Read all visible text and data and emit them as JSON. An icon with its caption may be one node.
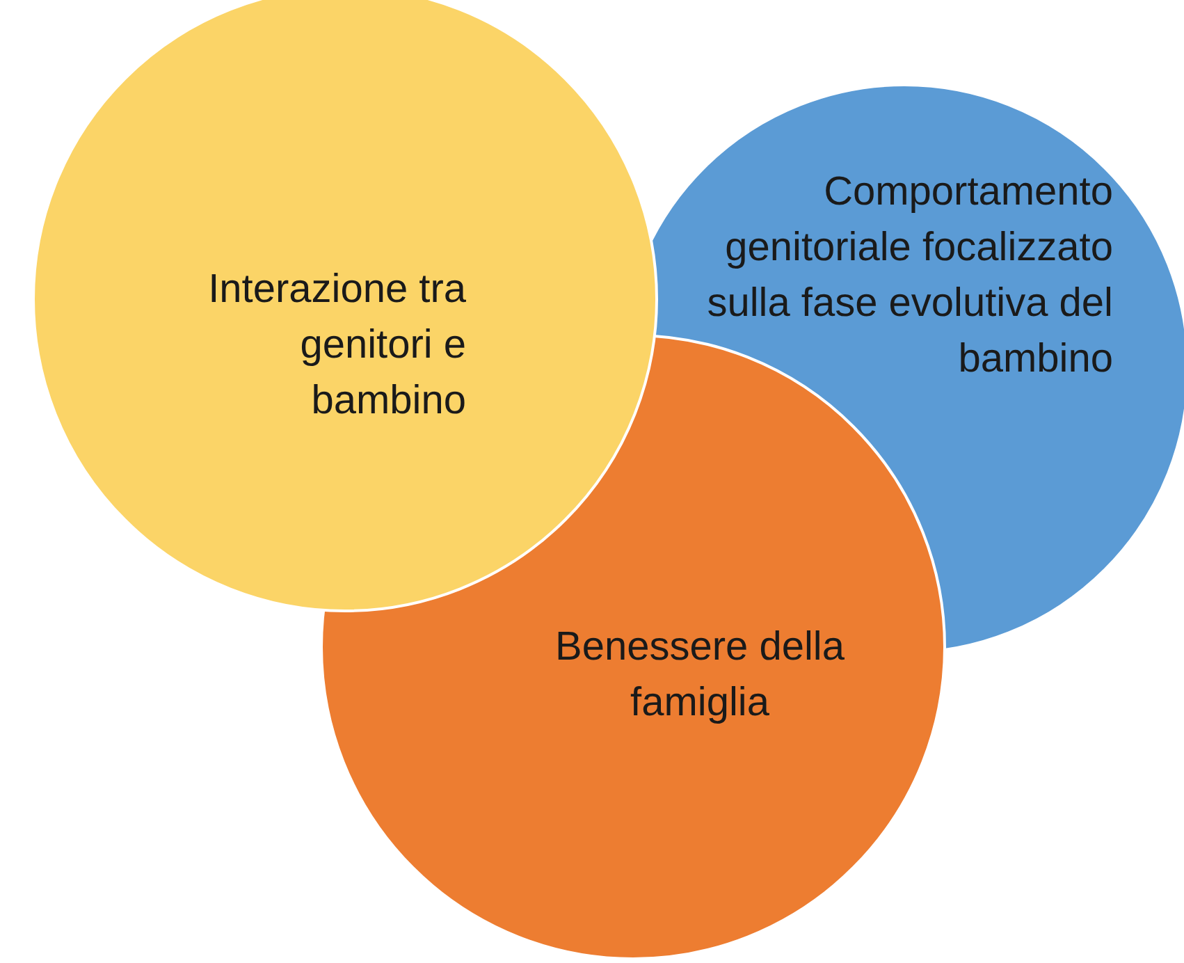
{
  "diagram": {
    "nodes": [
      {
        "text": [
          "Interazione tra genitori e bambino"
        ]
      },
      {
        "text": [
          "Comportamento genitoriale focalizzato sulla fase evolutiva del bambino"
        ]
      },
      {
        "text": [
          "Benessere della famiglia"
        ]
      }
    ]
  }
}
